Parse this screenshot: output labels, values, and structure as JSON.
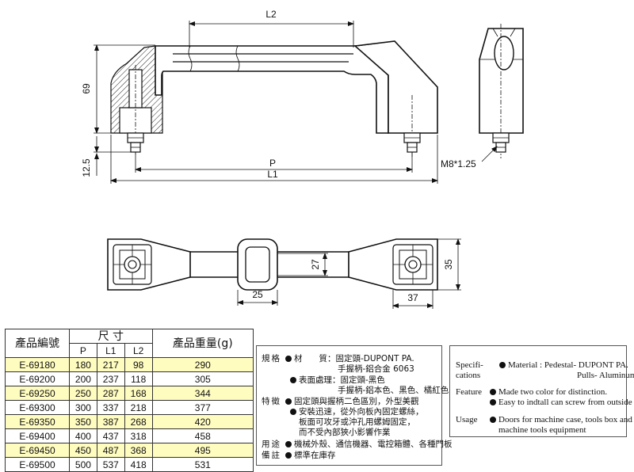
{
  "drawing": {
    "dims": {
      "l2": "L2",
      "h69": "69",
      "h12_5": "12.5",
      "p": "P",
      "l1": "L1",
      "thread": "M8*1.25",
      "d27": "27",
      "d25": "25",
      "d37": "37",
      "d35": "35"
    }
  },
  "table": {
    "header": {
      "code": "產品編號",
      "size": "尺 寸",
      "weight": "產品重量(g)",
      "p": "P",
      "l1": "L1",
      "l2": "L2"
    },
    "rows": [
      {
        "code": "E-69180",
        "p": "180",
        "l1": "217",
        "l2": "98",
        "w": "290"
      },
      {
        "code": "E-69200",
        "p": "200",
        "l1": "237",
        "l2": "118",
        "w": "305"
      },
      {
        "code": "E-69250",
        "p": "250",
        "l1": "287",
        "l2": "168",
        "w": "344"
      },
      {
        "code": "E-69300",
        "p": "300",
        "l1": "337",
        "l2": "218",
        "w": "377"
      },
      {
        "code": "E-69350",
        "p": "350",
        "l1": "387",
        "l2": "268",
        "w": "420"
      },
      {
        "code": "E-69400",
        "p": "400",
        "l1": "437",
        "l2": "318",
        "w": "458"
      },
      {
        "code": "E-69450",
        "p": "450",
        "l1": "487",
        "l2": "368",
        "w": "495"
      },
      {
        "code": "E-69500",
        "p": "500",
        "l1": "537",
        "l2": "418",
        "w": "531"
      }
    ]
  },
  "cn": {
    "spec_label": "規格",
    "material_key": "材　　質",
    "material_1": "：固定頭-DUPONT PA.",
    "material_2": "手握柄-鋁合金 6063",
    "surface_key": "表面處理",
    "surface_1": "：固定頭-黑色",
    "surface_2": "手握柄-鋁本色、黑色、橘紅色",
    "feature_label": "特徵",
    "feature_1": "固定頭與握柄二色區別，外型美觀",
    "feature_2": "安裝迅速，從外向板內固定螺絲，",
    "feature_3": "板面可攻牙或沖孔用螺姆固定，",
    "feature_4": "而不受內部狹小影響作業",
    "usage_label": "用途",
    "usage_1": "機械外殼、通信機器、電控箱體、各種門板",
    "note_label": "備註",
    "note_1": "標準在庫存"
  },
  "en": {
    "spec_label": "Specifi-",
    "spec_label2": "cations",
    "material_1": "Material : Pedestal- DUPONT PA.",
    "material_2": "Pulls- Aluminum alloys",
    "feature_label": "Feature",
    "feature_1": "Made two color for distinction.",
    "feature_2": "Easy  to indtall can screw from outside",
    "usage_label": "Usage",
    "usage_1": "Doors for machine case, tools box and",
    "usage_2": "machine tools equipment"
  }
}
